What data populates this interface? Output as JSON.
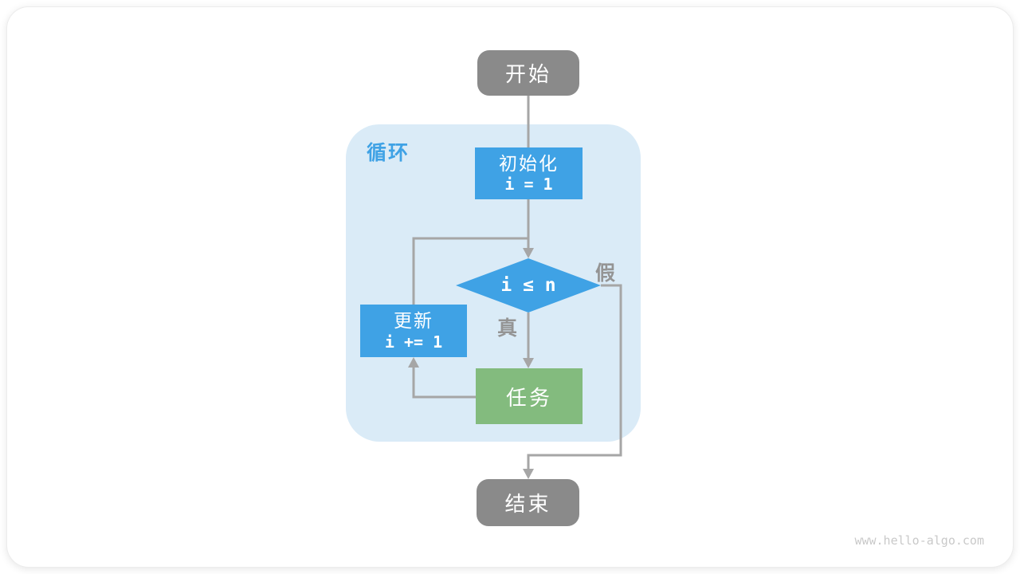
{
  "diagram": {
    "loop_label": "循环",
    "nodes": {
      "start": {
        "label": "开始"
      },
      "init": {
        "label": "初始化",
        "code": "i = 1"
      },
      "condition": {
        "label": "i ≤ n"
      },
      "update": {
        "label": "更新",
        "code": "i += 1"
      },
      "task": {
        "label": "任务"
      },
      "end": {
        "label": "结束"
      }
    },
    "branch_labels": {
      "true": "真",
      "false": "假"
    }
  },
  "watermark": "www.hello-algo.com",
  "colors": {
    "process_blue": "#3FA2E5",
    "loop_container_bg": "#DAEBF7",
    "task_green": "#83BB7E",
    "terminal_gray": "#8A8A8A",
    "connector_gray": "#A6A6A6",
    "branch_label_gray": "#949494",
    "watermark_gray": "#C9C9C9",
    "card_bg": "#FFFFFF"
  }
}
